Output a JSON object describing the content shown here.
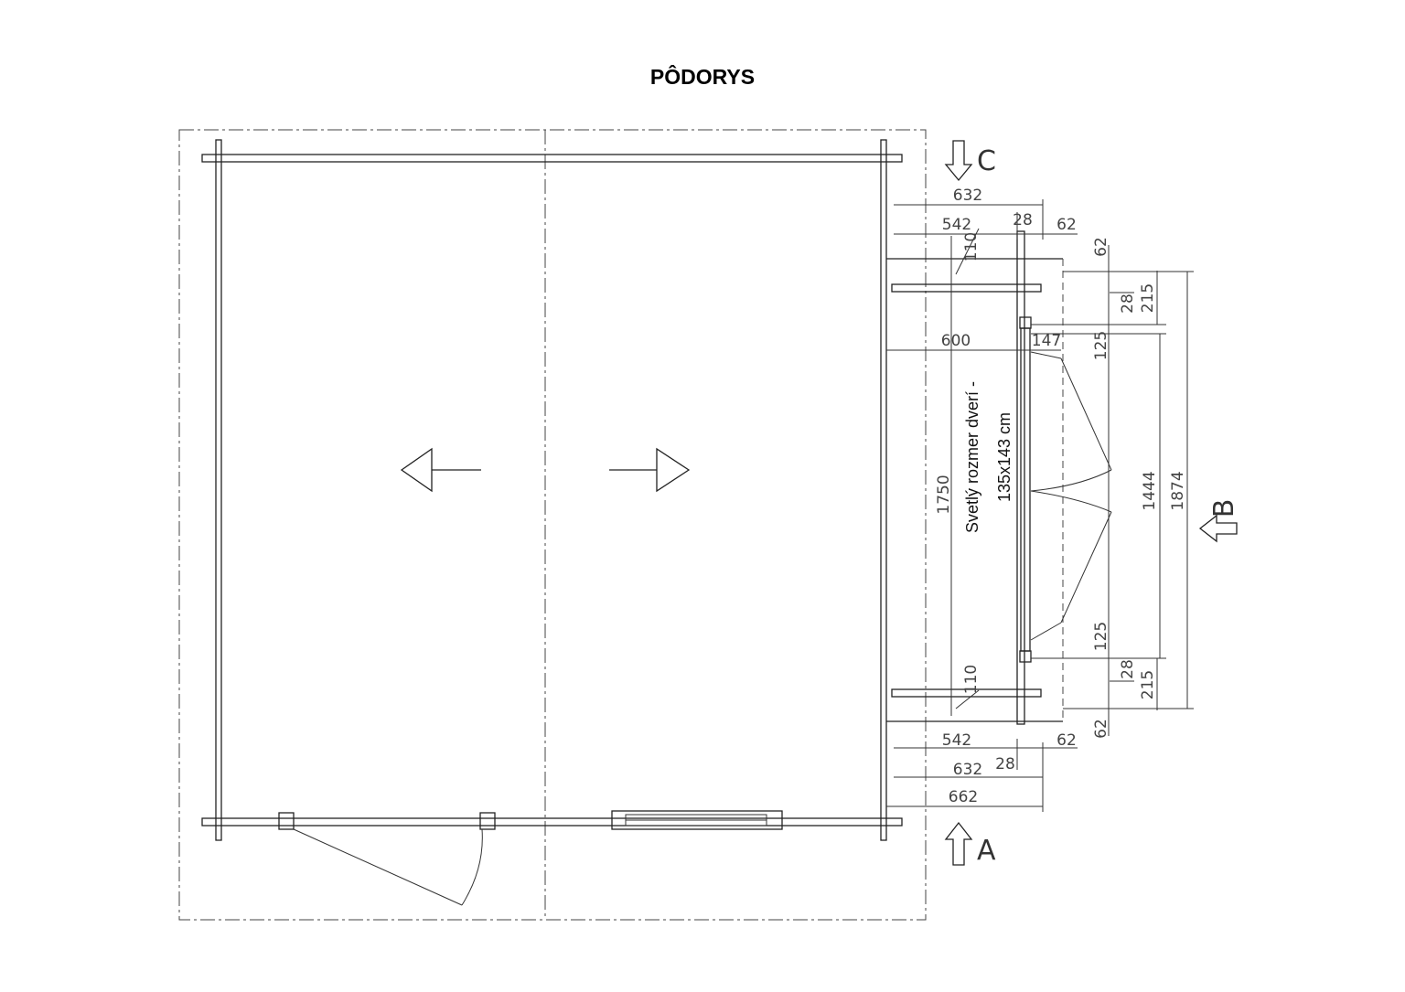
{
  "title": "PÔDORYS",
  "markers": {
    "a": "A",
    "b": "B",
    "c": "C"
  },
  "door_note": {
    "line1": "Svetlý rozmer dverí -",
    "line2": "135x143 cm"
  },
  "dimensions": {
    "d632_top": "632",
    "d542_top": "542",
    "d28_top": "28",
    "d62_top_h": "62",
    "d110_top": "110",
    "d62_top_v": "62",
    "d215_top": "215",
    "d28_top_v": "28",
    "d125_top": "125",
    "d600": "600",
    "d147": "147",
    "d1750": "1750",
    "d1444": "1444",
    "d1874": "1874",
    "d125_bot": "125",
    "d110_bot": "110",
    "d28_bot_v": "28",
    "d215_bot": "215",
    "d62_bot_v": "62",
    "d542_bot": "542",
    "d62_bot_h": "62",
    "d632_bot": "632",
    "d28_bot": "28",
    "d662": "662"
  }
}
